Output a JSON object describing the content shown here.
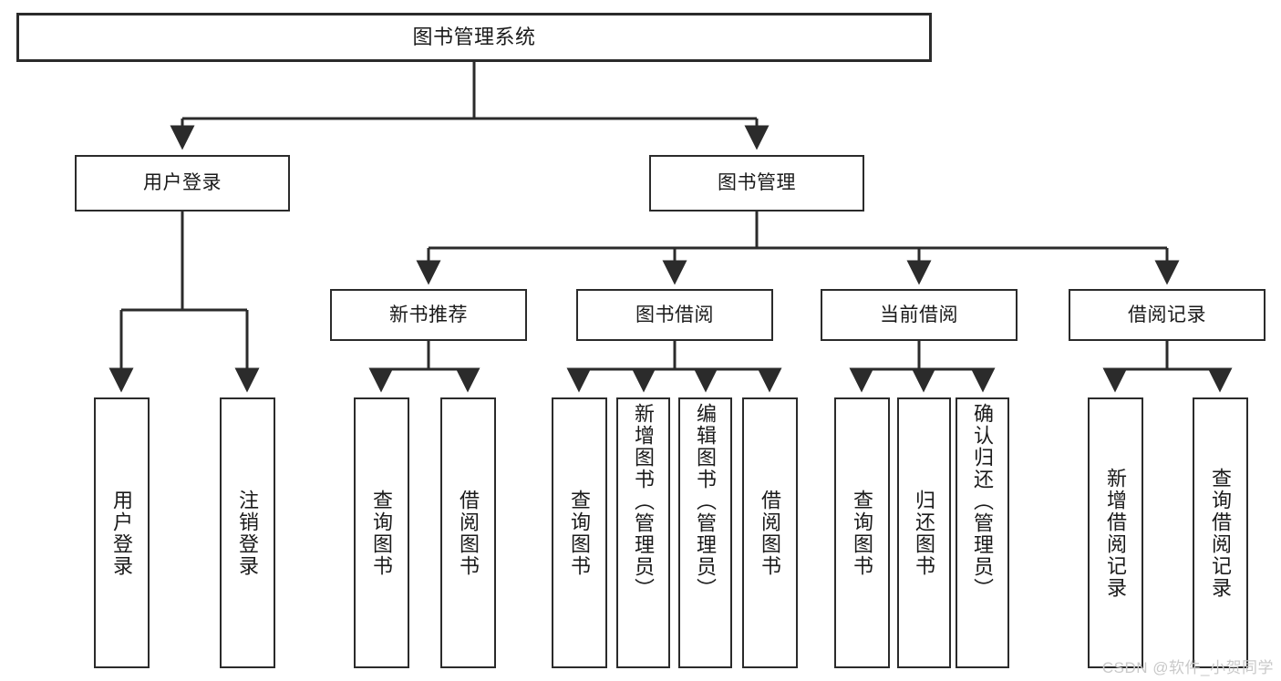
{
  "diagram": {
    "type": "tree-hierarchy",
    "title": "图书管理系统",
    "nodes": {
      "root": {
        "label": "图书管理系统"
      },
      "level1": [
        {
          "id": "user-login",
          "label": "用户登录"
        },
        {
          "id": "book-management",
          "label": "图书管理"
        }
      ],
      "level2": [
        {
          "id": "new-book-recommend",
          "label": "新书推荐"
        },
        {
          "id": "book-borrow",
          "label": "图书借阅"
        },
        {
          "id": "current-borrow",
          "label": "当前借阅"
        },
        {
          "id": "borrow-record",
          "label": "借阅记录"
        }
      ],
      "leaves": [
        {
          "id": "leaf-user-login",
          "label": "用户登录",
          "parent": "user-login"
        },
        {
          "id": "leaf-logout-login",
          "label": "注销登录",
          "parent": "user-login"
        },
        {
          "id": "leaf-query-book-1",
          "label": "查询图书",
          "parent": "new-book-recommend"
        },
        {
          "id": "leaf-borrow-book-1",
          "label": "借阅图书",
          "parent": "new-book-recommend"
        },
        {
          "id": "leaf-query-book-2",
          "label": "查询图书",
          "parent": "book-borrow"
        },
        {
          "id": "leaf-add-book",
          "label": "新增图书（管理员）",
          "parent": "book-borrow"
        },
        {
          "id": "leaf-edit-book",
          "label": "编辑图书（管理员）",
          "parent": "book-borrow"
        },
        {
          "id": "leaf-borrow-book-2",
          "label": "借阅图书",
          "parent": "book-borrow"
        },
        {
          "id": "leaf-query-book-3",
          "label": "查询图书",
          "parent": "current-borrow"
        },
        {
          "id": "leaf-return-book",
          "label": "归还图书",
          "parent": "current-borrow"
        },
        {
          "id": "leaf-confirm-return",
          "label": "确认归还（管理员）",
          "parent": "current-borrow"
        },
        {
          "id": "leaf-add-record",
          "label": "新增借阅记录",
          "parent": "borrow-record"
        },
        {
          "id": "leaf-query-record",
          "label": "查询借阅记录",
          "parent": "borrow-record"
        }
      ]
    },
    "colors": {
      "stroke": "#2b2b2b",
      "fill": "#ffffff",
      "text": "#1a1a1a",
      "watermark": "#c9c9c9"
    }
  },
  "watermark": {
    "text": "CSDN @软件_小贺同学"
  }
}
